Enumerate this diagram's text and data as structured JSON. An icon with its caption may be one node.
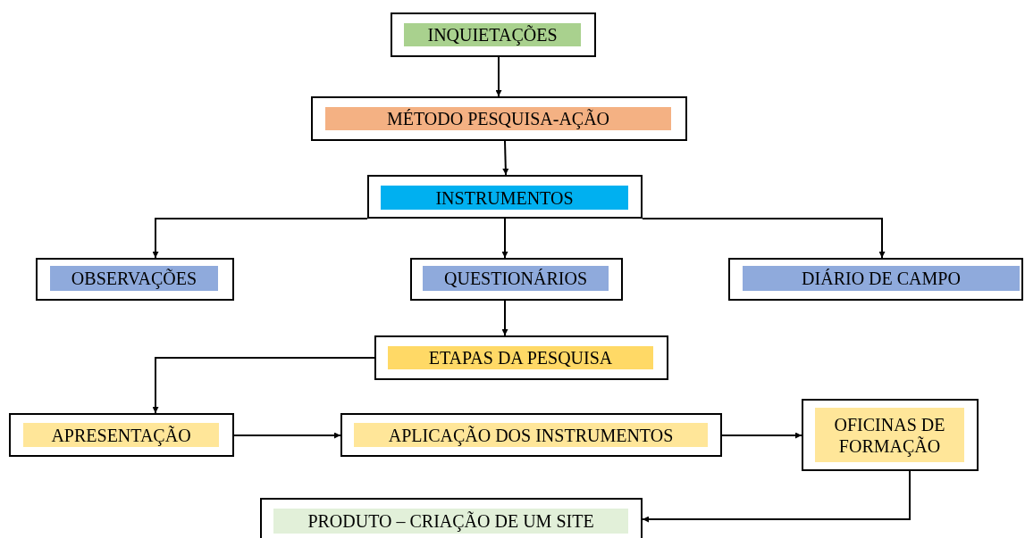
{
  "diagram": {
    "nodes": [
      {
        "text": [
          "INQUIETAÇÕES"
        ]
      },
      {
        "text": [
          "MÉTODO PESQUISA-AÇÃO"
        ]
      },
      {
        "text": [
          "INSTRUMENTOS"
        ]
      },
      {
        "text": [
          "OBSERVAÇÕES"
        ]
      },
      {
        "text": [
          "QUESTIONÁRIOS"
        ]
      },
      {
        "text": [
          "DIÁRIO DE CAMPO"
        ]
      },
      {
        "text": [
          "ETAPAS DA PESQUISA"
        ]
      },
      {
        "text": [
          "APRESENTAÇÃO"
        ]
      },
      {
        "text": [
          "APLICAÇÃO DOS INSTRUMENTOS"
        ]
      },
      {
        "text": [
          "OFICINAS DE FORMAÇÃO"
        ]
      },
      {
        "text": [
          "PRODUTO – CRIAÇÃO DE UM SITE"
        ]
      }
    ],
    "edges": [
      {
        "from": 0,
        "to": 1,
        "arrow": "to"
      },
      {
        "from": 1,
        "to": 2,
        "arrow": "to"
      },
      {
        "from": 2,
        "to": 3,
        "arrow": "to"
      },
      {
        "from": 2,
        "to": 4,
        "arrow": "to"
      },
      {
        "from": 2,
        "to": 5,
        "arrow": "to"
      },
      {
        "from": 4,
        "to": 6,
        "arrow": "to"
      },
      {
        "from": 6,
        "to": 7,
        "arrow": "to"
      },
      {
        "from": 7,
        "to": 8,
        "arrow": "to"
      },
      {
        "from": 8,
        "to": 9,
        "arrow": "to"
      },
      {
        "from": 9,
        "to": 10,
        "arrow": "to"
      }
    ]
  }
}
